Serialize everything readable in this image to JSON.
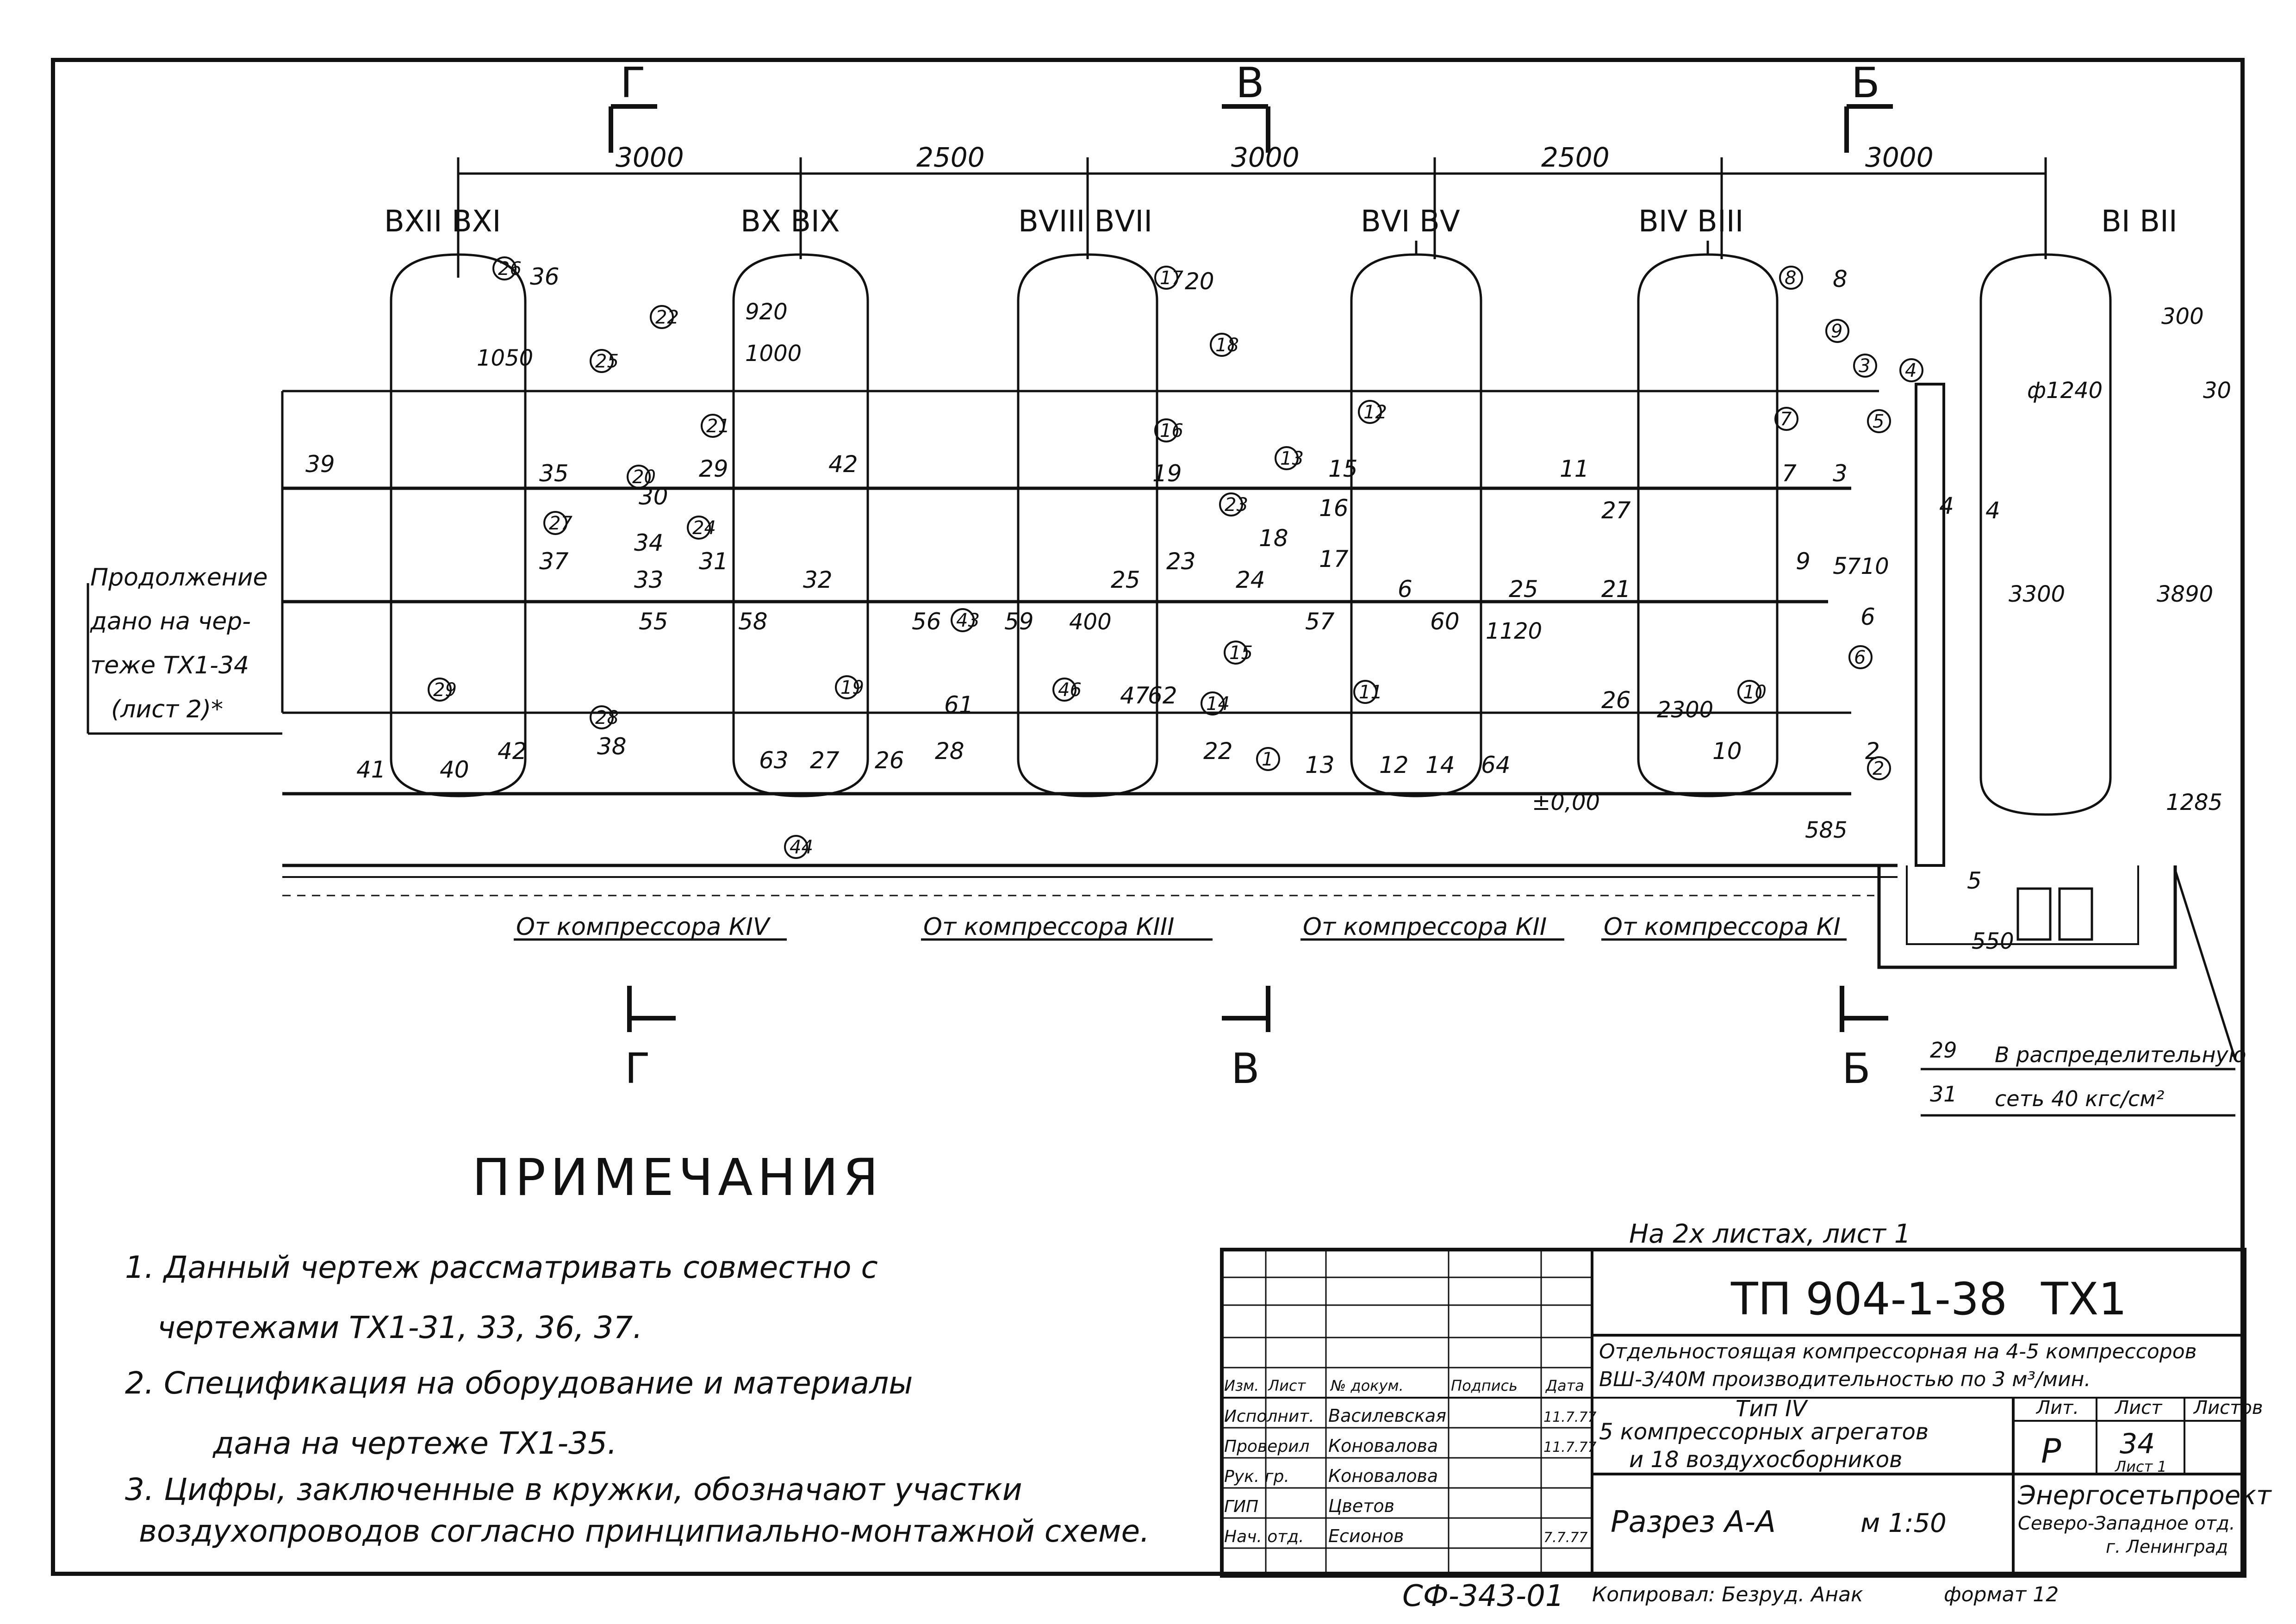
{
  "drawing": {
    "section_marks": [
      {
        "letter": "Г",
        "side": "top"
      },
      {
        "letter": "В",
        "side": "top"
      },
      {
        "letter": "Б",
        "side": "top"
      },
      {
        "letter": "Г",
        "side": "bottom"
      },
      {
        "letter": "В",
        "side": "bottom"
      },
      {
        "letter": "Б",
        "side": "bottom"
      }
    ],
    "dimensions_top": [
      "3000",
      "2500",
      "3000",
      "2500",
      "3000"
    ],
    "receiver_labels": [
      "ВXII ВXI",
      "ВX ВIX",
      "ВVIII ВVII",
      "ВVI ВV",
      "ВIV ВIII",
      "ВI ВII"
    ],
    "dimensions_misc": [
      "1050",
      "920",
      "1000",
      "400",
      "1120",
      "2300",
      "3300",
      "3890",
      "1285",
      "585",
      "550",
      "300",
      "30",
      "710",
      "ф1240",
      "±0,00"
    ],
    "circled_numbers": [
      "26",
      "25",
      "22",
      "21",
      "17",
      "18",
      "16",
      "12",
      "13",
      "15",
      "8",
      "9",
      "7",
      "3",
      "4",
      "5",
      "6",
      "2",
      "10",
      "11",
      "14",
      "19",
      "20",
      "23",
      "24",
      "27",
      "28",
      "29",
      "43",
      "44",
      "46",
      "1"
    ],
    "valve_numbers": [
      "39",
      "35",
      "37",
      "38",
      "33",
      "34",
      "55",
      "41",
      "40",
      "42",
      "30",
      "29",
      "31",
      "32",
      "58",
      "63",
      "27",
      "26",
      "56",
      "59",
      "61",
      "28",
      "25",
      "62",
      "47",
      "22",
      "23",
      "24",
      "18",
      "17",
      "16",
      "15",
      "57",
      "60",
      "13",
      "12",
      "14",
      "64",
      "7",
      "11",
      "9",
      "10",
      "6",
      "4",
      "2",
      "5",
      "36",
      "20",
      "8",
      "19",
      "3",
      "21",
      "42"
    ],
    "line_labels": [
      "6",
      "25",
      "26",
      "21",
      "27",
      "4",
      "5"
    ],
    "continuation_text": [
      "Продолжение",
      "дано на чер-",
      "теже ТХ1-34",
      "(лист 2)*"
    ],
    "compressor_labels": [
      "От компрессора КIV",
      "От компрессора КIII",
      "От компрессора КII",
      "От компрессора КI"
    ],
    "distribution": {
      "top": "В распределительную",
      "bottom": "сеть 40 кгс/см²",
      "n1": "29",
      "n2": "31"
    }
  },
  "notes": {
    "title": "ПРИМЕЧАНИЯ",
    "items": [
      "1. Данный чертеж рассматривать совместно с",
      "чертежами ТХ1-31, 33, 36, 37.",
      "2. Спецификация на оборудование и материалы",
      "дана на чертеже ТХ1-35.",
      "3. Цифры, заключенные в кружки, обозначают участки",
      "воздухопроводов согласно принципиально-монтажной схеме."
    ]
  },
  "title_block": {
    "sheets_note": "На 2х листах, лист 1",
    "code": "ТП 904-1-38",
    "mark": "ТХ1",
    "description_line1": "Отдельностоящая компрессорная на 4-5 компрессоров",
    "description_line2": "ВШ-3/40М производительностью по 3 м³/мин.",
    "type": "Тип IV",
    "subtitle_line1": "5 компрессорных агрегатов",
    "subtitle_line2": "и 18 воздухосборников",
    "sheet_title": "Разрез А-А",
    "scale": "м 1:50",
    "headers": [
      "Изм.",
      "Лист",
      "№ докум.",
      "Подпись",
      "Дата"
    ],
    "roles": [
      "Исполнит.",
      "Проверил",
      "Рук. гр.",
      "ГИП",
      "Нач. отд."
    ],
    "names": [
      "Василевская",
      "Коновалова",
      "Коновалова",
      "Цветов",
      "Есионов"
    ],
    "dates": [
      "11.7.77",
      "11.7.77",
      "",
      "",
      "7.7.77"
    ],
    "lit_label": "Лит.",
    "sheet_label": "Лист",
    "sheets_label": "Листов",
    "lit_value": "Р",
    "sheet_value": "34",
    "sheet_sub": "Лист 1",
    "org_line1": "Энергосетьпроект",
    "org_line2": "Северо-Западное отд.",
    "org_line3": "г. Ленинград"
  },
  "footer": {
    "stamp": "СФ-343-01",
    "copied": "Копировал: Безруд. Анак",
    "format": "формат 12"
  }
}
